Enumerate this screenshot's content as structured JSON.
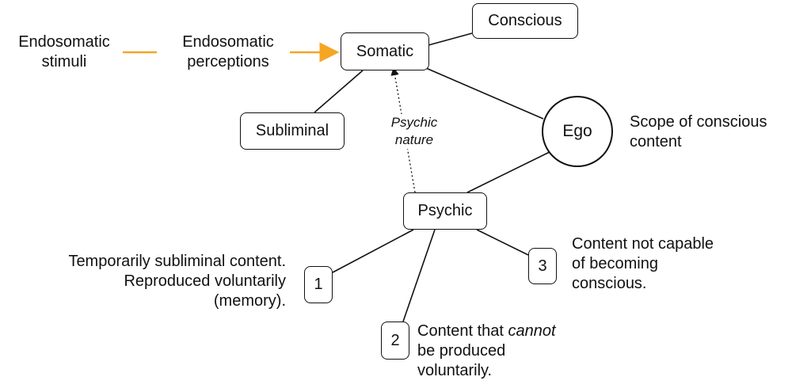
{
  "colors": {
    "accent": "#f5a623",
    "line": "#111111"
  },
  "left_chain": {
    "stimuli": [
      "Endosomatic",
      "stimuli"
    ],
    "perceptions": [
      "Endosomatic",
      "perceptions"
    ]
  },
  "nodes": {
    "somatic": "Somatic",
    "conscious": "Conscious",
    "subliminal": "Subliminal",
    "ego": "Ego",
    "psychic": "Psychic",
    "one": "1",
    "two": "2",
    "three": "3"
  },
  "edge_labels": {
    "psychic_nature": [
      "Psychic",
      "nature"
    ]
  },
  "descriptions": {
    "ego_scope": [
      "Scope of conscious",
      "content"
    ],
    "one": [
      "Temporarily subliminal content.",
      "Reproduced voluntarily",
      "(memory)."
    ],
    "two": {
      "prefix": "Content that ",
      "emphasis": "cannot",
      "rest": [
        "be produced",
        "voluntarily."
      ]
    },
    "three": [
      "Content not capable",
      "of becoming",
      "conscious."
    ]
  }
}
